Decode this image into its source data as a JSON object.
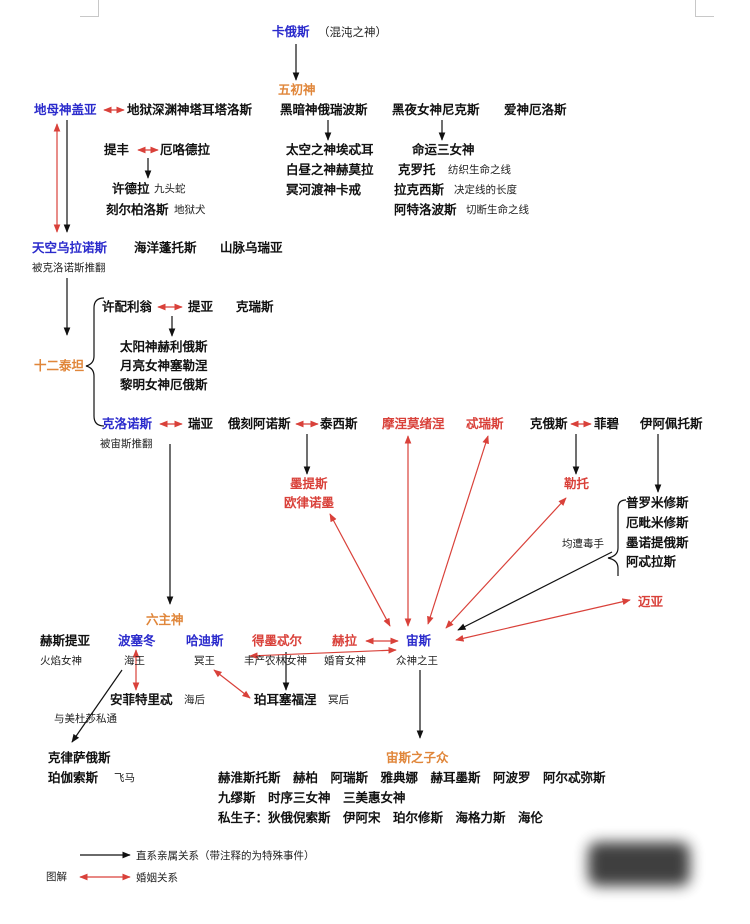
{
  "nodes": {
    "chaos": "卡俄斯",
    "chaos_note": "（混沌之神）",
    "five_primordials": "五初神",
    "gaia": "地母神盖亚",
    "tartarus": "地狱深渊神塔耳塔洛斯",
    "erebus": "黑暗神俄瑞波斯",
    "nyx": "黑夜女神尼克斯",
    "eros": "爱神厄洛斯",
    "typhon": "提丰",
    "echidna": "厄咯德拉",
    "hydra": "许德拉",
    "hydra_note": "九头蛇",
    "cerberus": "刻尔柏洛斯",
    "cerberus_note": "地狱犬",
    "aether": "太空之神埃忒耳",
    "hemera": "白昼之神赫莫拉",
    "charon": "冥河渡神卡戒",
    "moirai": "命运三女神",
    "clotho": "克罗托",
    "clotho_note": "纺织生命之线",
    "lachesis": "拉克西斯",
    "lachesis_note": "决定线的长度",
    "atropos": "阿特洛波斯",
    "atropos_note": "切断生命之线",
    "uranus": "天空乌拉诺斯",
    "uranus_note": "被克洛诺斯推翻",
    "pontus": "海洋蓬托斯",
    "ourea": "山脉乌瑞亚",
    "twelve_titans": "十二泰坦",
    "hyperion": "许配利翁",
    "theia": "提亚",
    "crius": "克瑞斯",
    "helios": "太阳神赫利俄斯",
    "selene": "月亮女神塞勒涅",
    "eos": "黎明女神厄俄斯",
    "cronus": "克洛诺斯",
    "cronus_note": "被宙斯推翻",
    "rhea": "瑞亚",
    "oceanus": "俄刻阿诺斯",
    "tethys": "泰西斯",
    "mnemosyne": "摩涅莫绪涅",
    "themis": "忒瑞斯",
    "coeus": "克俄斯",
    "phoebe": "菲碧",
    "iapetus": "伊阿佩托斯",
    "metis": "墨提斯",
    "eurynome": "欧律诺墨",
    "leto": "勒托",
    "hecate_note": "均遭毒手",
    "prometheus": "普罗米修斯",
    "epimetheus": "厄毗米修斯",
    "menoetius": "墨诺提俄斯",
    "atlas": "阿忒拉斯",
    "maia": "迈亚",
    "six_gods": "六主神",
    "hestia": "赫斯提亚",
    "hestia_note": "火焰女神",
    "poseidon": "波塞冬",
    "poseidon_note": "海王",
    "hades": "哈迪斯",
    "hades_note": "冥王",
    "demeter": "得墨忒尔",
    "demeter_note": "丰产农林女神",
    "hera": "赫拉",
    "hera_note": "婚育女神",
    "zeus": "宙斯",
    "zeus_note": "众神之王",
    "amphitrite": "安菲特里忒",
    "amphitrite_note": "海后",
    "medusa_note": "与美杜莎私通",
    "persephone": "珀耳塞福涅",
    "persephone_note": "冥后",
    "chrysaor": "克律萨俄斯",
    "pegasus": "珀伽索斯",
    "pegasus_note": "飞马",
    "children_of_zeus": "宙斯之子众",
    "children_row1": "赫淮斯托斯　赫柏　阿瑞斯　雅典娜　赫耳墨斯　阿波罗　阿尔忒弥斯",
    "children_row2": "九缪斯　时序三女神　三美惠女神",
    "children_row3": "私生子：狄俄倪索斯　伊阿宋　珀尔修斯　海格力斯　海伦"
  },
  "legend": {
    "title": "图解",
    "direct_label": "直系亲属关系（带注释的为特殊事件）",
    "marriage_label": "婚姻关系"
  },
  "colors": {
    "black_arrow": "#111111",
    "marriage_arrow": "#d9413a",
    "blue_name": "#2b2bcc",
    "red_name": "#d9413a",
    "group_label": "#e0863a"
  }
}
